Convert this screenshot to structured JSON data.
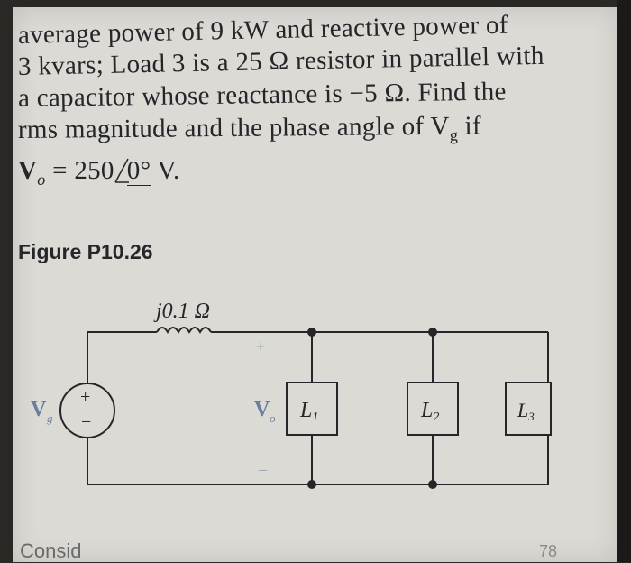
{
  "problem": {
    "line1": "average power of 9 kW and reactive power of",
    "line2": "3 kvars; Load 3 is a 25 Ω resistor in parallel with",
    "line3": "a capacitor whose reactance is −5 Ω. Find the",
    "line4": "rms magnitude and the phase angle of V",
    "line4_sub": "g",
    "line4_end": " if",
    "line5_v": "V",
    "line5_sub": "o",
    "line5_eq": " = 250",
    "line5_angle": "0°",
    "line5_unit": " V."
  },
  "figure": {
    "label": "Figure P10.26",
    "inductor_label": "j0.1 Ω",
    "source_label": "V",
    "source_sub": "g",
    "plus": "+",
    "minus": "−",
    "vo_label": "V",
    "vo_sub": "o",
    "loads": [
      "L1",
      "L2",
      "L3"
    ]
  },
  "footer": {
    "cut_text": "Consid",
    "page_number": "78"
  },
  "colors": {
    "ink": "#26262a",
    "page": "#dcdad5",
    "background": "#2a2724",
    "label_blue": "#6a7fa0"
  }
}
